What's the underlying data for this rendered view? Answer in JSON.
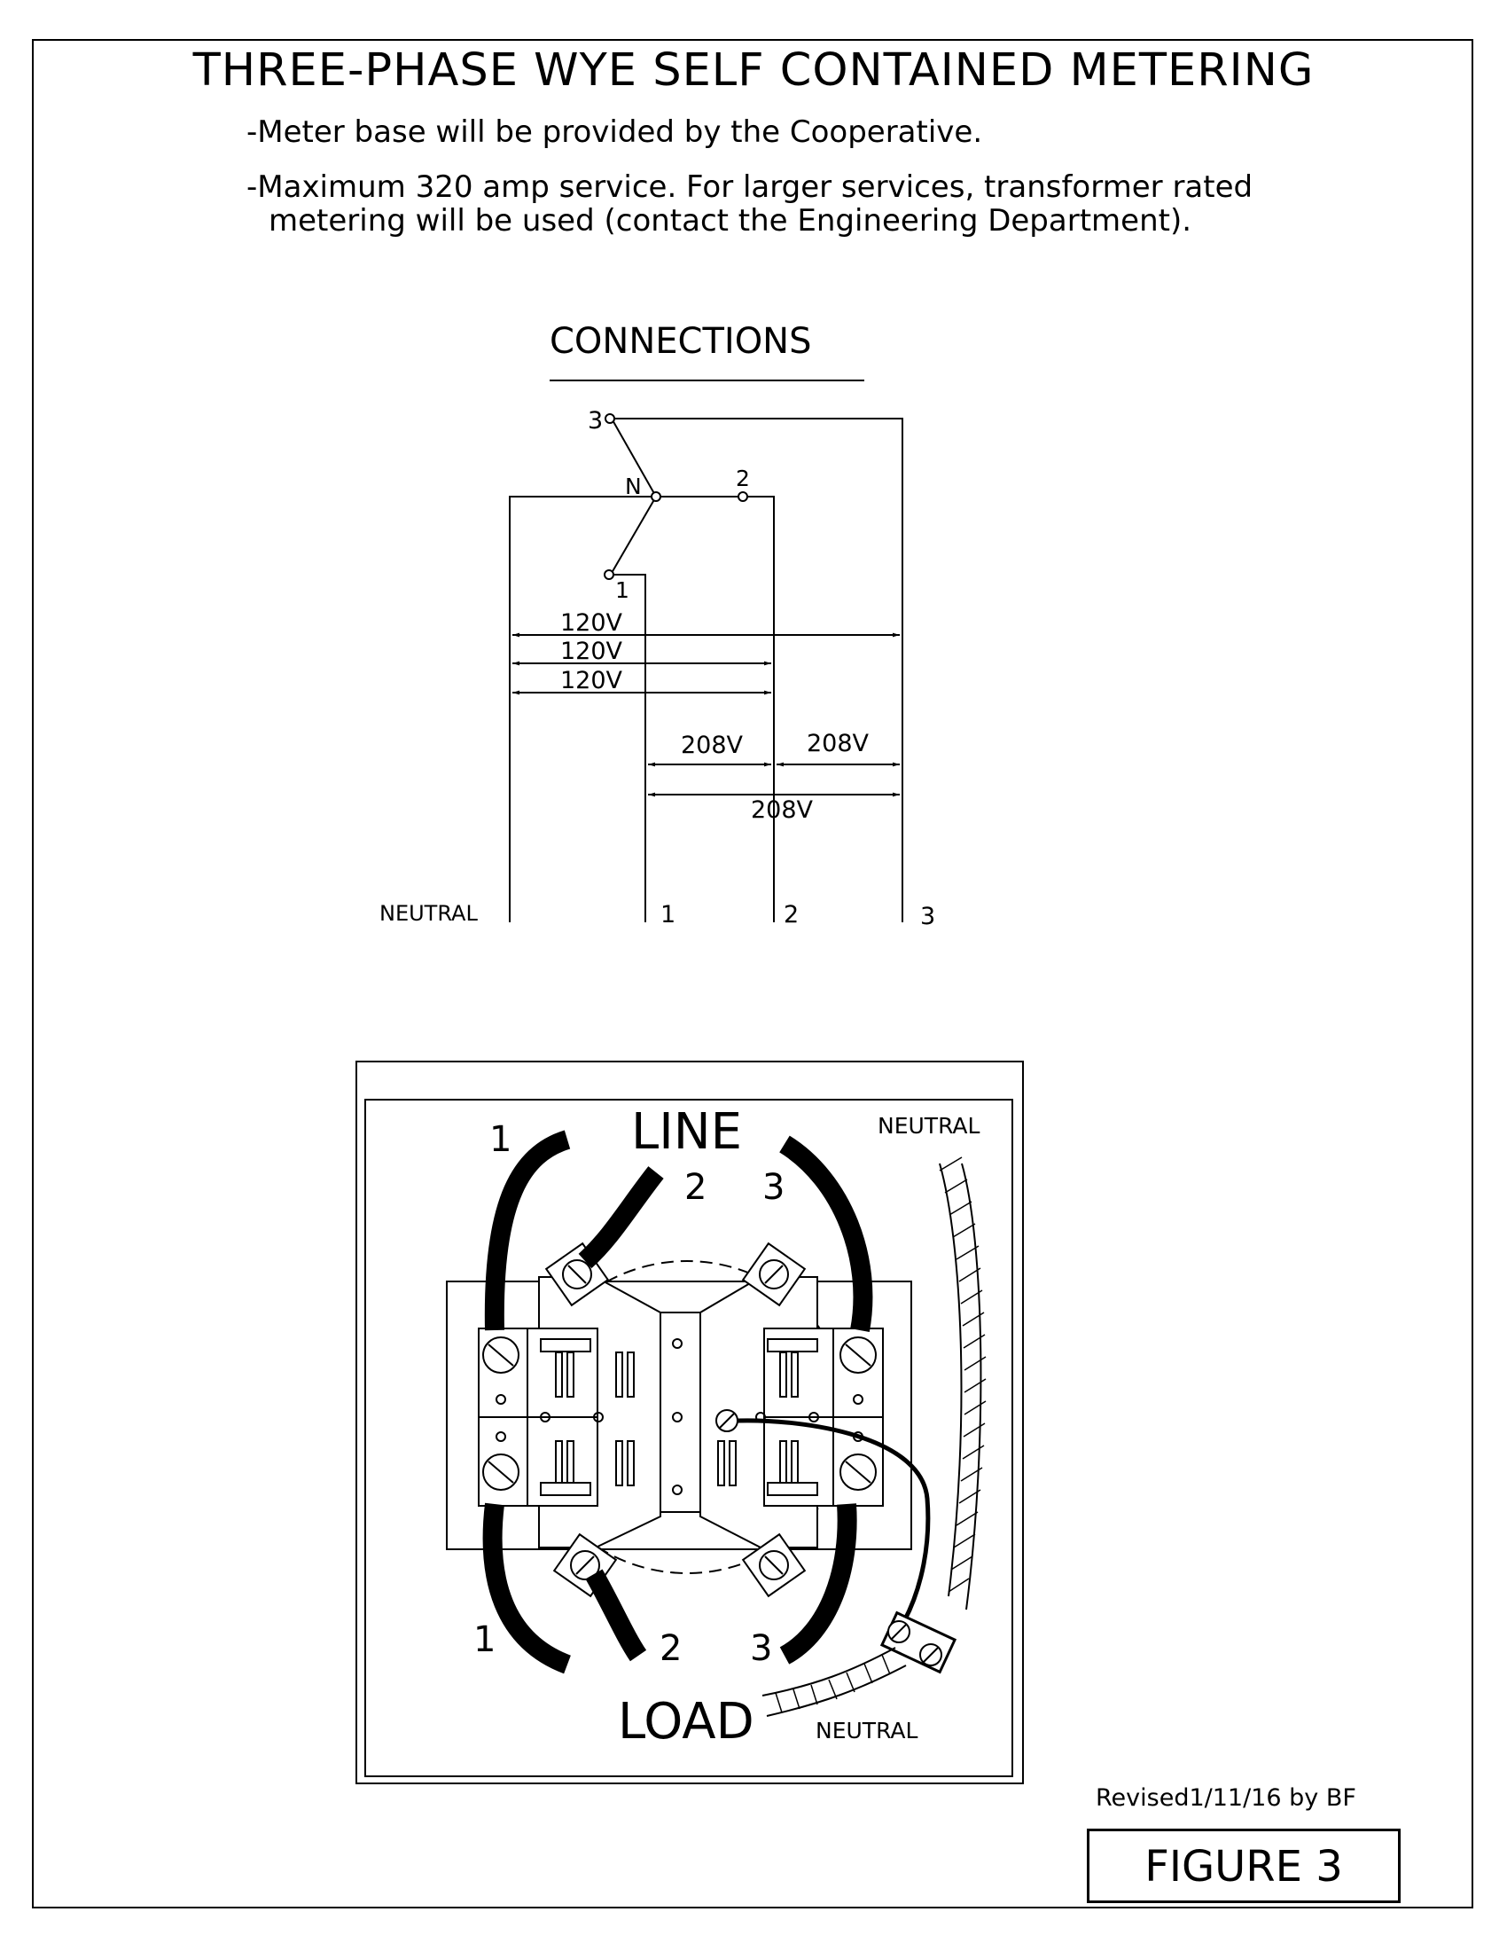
{
  "title": "THREE-PHASE WYE SELF CONTAINED METERING",
  "notes": {
    "line1": "-Meter base will be provided by the Cooperative.",
    "line2a": "-Maximum 320 amp service.  For larger services, transformer rated",
    "line2b": "metering will be used (contact the Engineering Department)."
  },
  "connections": {
    "heading": "CONNECTIONS",
    "node_labels": {
      "n3": "3",
      "nN": "N",
      "n2": "2",
      "n1": "1"
    },
    "voltages": {
      "v120_a": "120V",
      "v120_b": "120V",
      "v120_c": "120V",
      "v208_12": "208V",
      "v208_23": "208V",
      "v208_13": "208V"
    },
    "terminals": {
      "neutral": "NEUTRAL",
      "t1": "1",
      "t2": "2",
      "t3": "3"
    }
  },
  "meter_base": {
    "line_label": "LINE",
    "load_label": "LOAD",
    "neutral_top": "NEUTRAL",
    "neutral_bottom": "NEUTRAL",
    "line_wires": {
      "w1": "1",
      "w2": "2",
      "w3": "3"
    },
    "load_wires": {
      "w1": "1",
      "w2": "2",
      "w3": "3"
    }
  },
  "revised": "Revised1/11/16 by BF",
  "figure_label": "FIGURE 3"
}
